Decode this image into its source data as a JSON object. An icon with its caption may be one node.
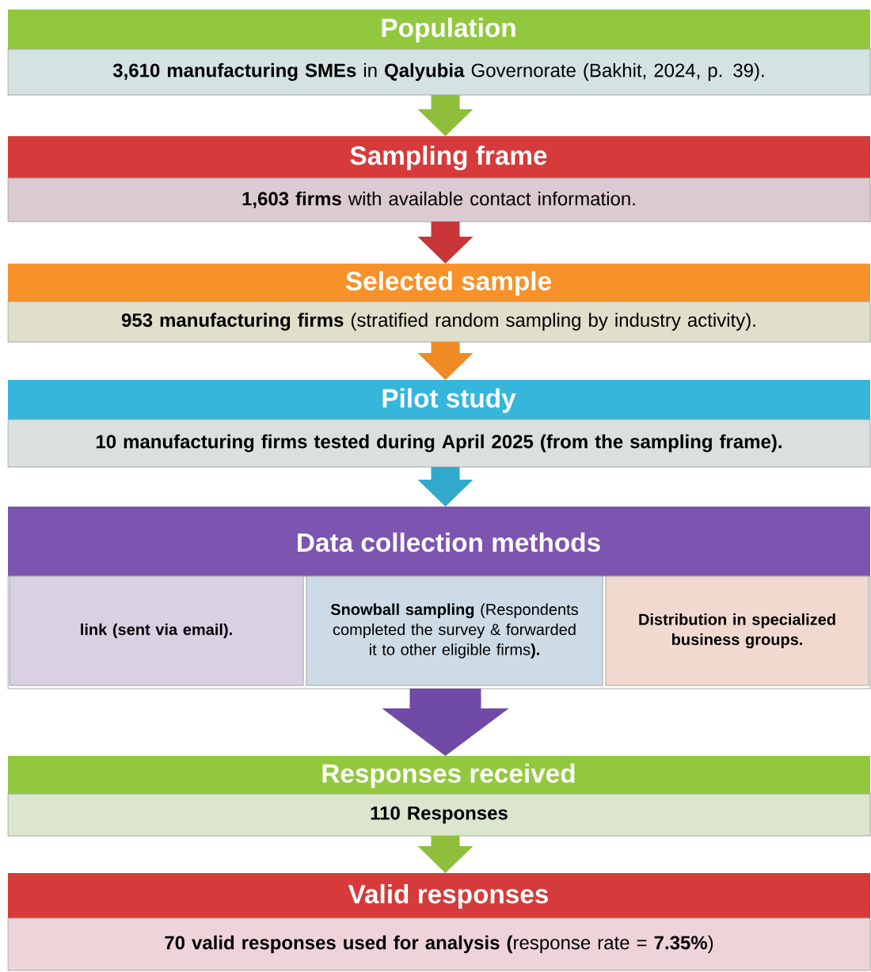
{
  "diagram": {
    "nodes": [
      {
        "text": [
          "Population",
          "**3,610 manufacturing SMEs** in **Qalyubia** Governorate (Bakhit, 2024, p. 39)."
        ]
      },
      {
        "text": [
          "Sampling frame",
          "**1,603 firms** with available contact information."
        ]
      },
      {
        "text": [
          "Selected sample",
          "**953 manufacturing firms** (stratified random sampling by industry activity)."
        ]
      },
      {
        "text": [
          "Pilot study",
          "10 manufacturing firms tested during April 2025 (from the sampling frame)."
        ]
      },
      {
        "text": [
          "Data collection methods"
        ]
      },
      {
        "text": [
          "link (sent via email)."
        ],
        "in": 4
      },
      {
        "text": [
          "**Snowball sampling** (Respondents completed the survey & forwarded it to other eligible firms**).**"
        ],
        "in": 4
      },
      {
        "text": [
          "Distribution in specialized business groups."
        ],
        "in": 4
      },
      {
        "text": [
          "Responses received",
          "110 Responses"
        ]
      },
      {
        "text": [
          "Valid responses",
          "**70 valid responses used for analysis (**response rate = **7.35%**)"
        ]
      }
    ],
    "edges": [
      {
        "from": 0,
        "to": 1,
        "arrow": "to",
        "color": "#8fbf3a"
      },
      {
        "from": 1,
        "to": 2,
        "arrow": "to",
        "color": "#c8363a"
      },
      {
        "from": 2,
        "to": 3,
        "arrow": "to",
        "color": "#ef8a25"
      },
      {
        "from": 3,
        "to": 4,
        "arrow": "to",
        "color": "#2fa9cc"
      },
      {
        "from": 4,
        "to": 8,
        "arrow": "to",
        "color": "#6f4aa6",
        "style": "thick"
      },
      {
        "from": 8,
        "to": 9,
        "arrow": "to",
        "color": "#8fbf3a"
      }
    ]
  }
}
